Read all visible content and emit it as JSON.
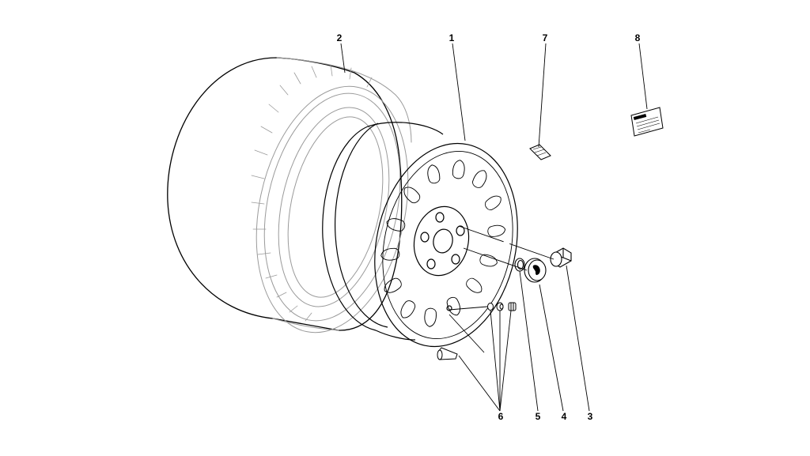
{
  "diagram": {
    "callouts": [
      {
        "id": "2",
        "label": "2"
      },
      {
        "id": "1",
        "label": "1"
      },
      {
        "id": "7",
        "label": "7"
      },
      {
        "id": "8",
        "label": "8"
      },
      {
        "id": "6",
        "label": "6"
      },
      {
        "id": "5",
        "label": "5"
      },
      {
        "id": "4",
        "label": "4"
      },
      {
        "id": "3",
        "label": "3"
      }
    ],
    "colors": {
      "ink": "#000000",
      "tyre_ghost": "#9a9a9a"
    }
  }
}
